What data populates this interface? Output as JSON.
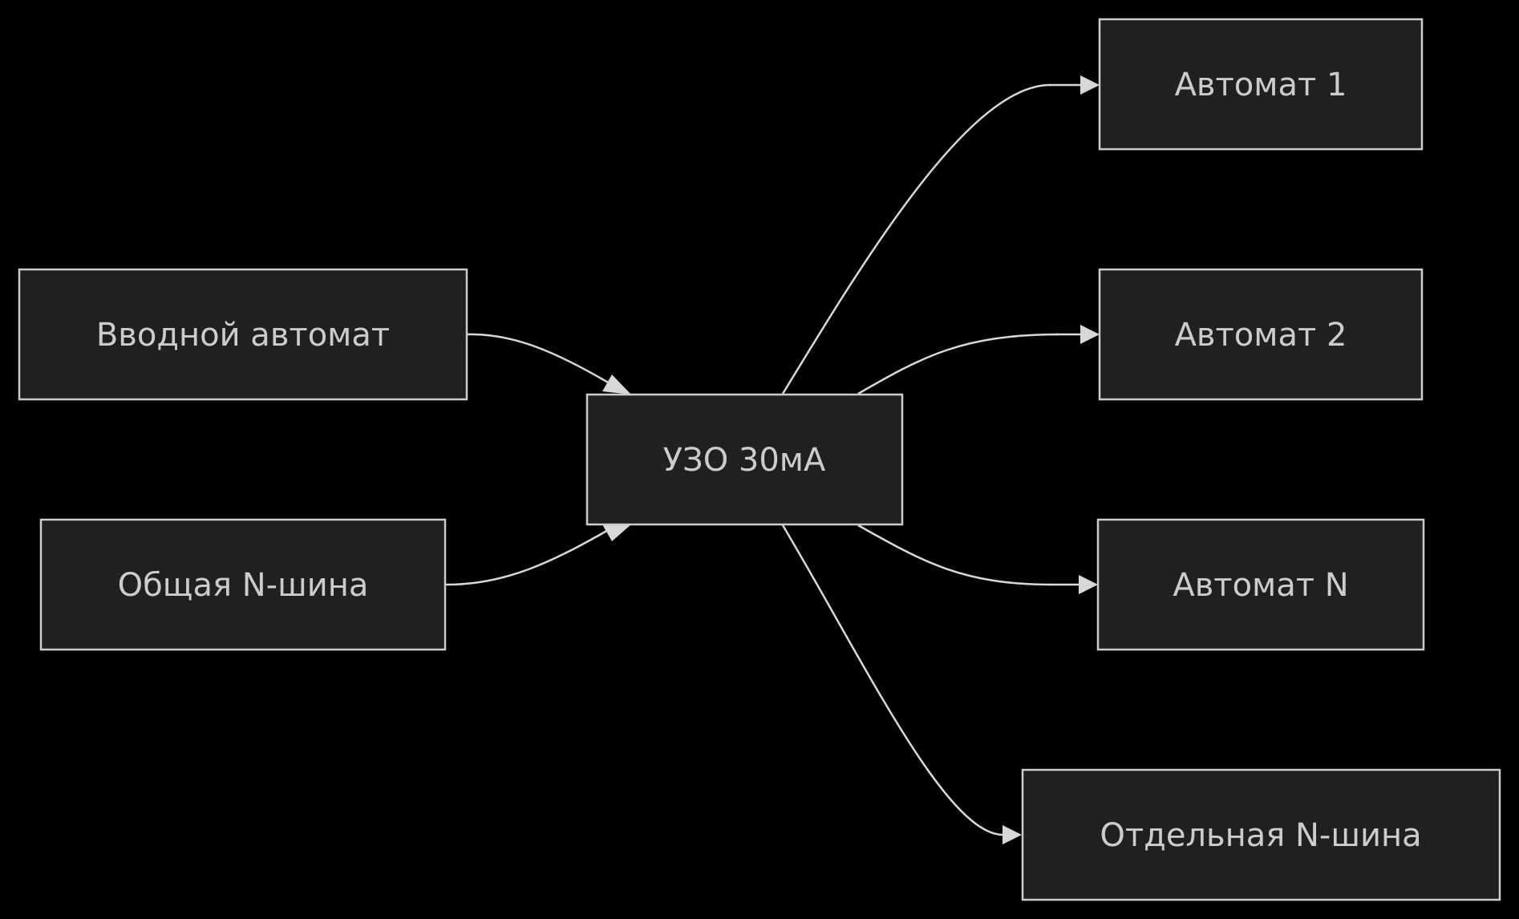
{
  "theme": {
    "background": "#000000",
    "node_fill": "#1f2020",
    "node_stroke": "#cccccc",
    "text_color": "#cccccc",
    "edge_color": "#d8d8d8"
  },
  "nodes": {
    "input_breaker": {
      "label": "Вводной автомат"
    },
    "common_n_bus": {
      "label": "Общая N-шина"
    },
    "rcd": {
      "label": "УЗО 30мА"
    },
    "breaker_1": {
      "label": "Автомат 1"
    },
    "breaker_2": {
      "label": "Автомат 2"
    },
    "breaker_n": {
      "label": "Автомат N"
    },
    "separate_n_bus": {
      "label": "Отдельная N-шина"
    }
  },
  "edges": [
    {
      "from": "input_breaker",
      "to": "rcd"
    },
    {
      "from": "common_n_bus",
      "to": "rcd"
    },
    {
      "from": "rcd",
      "to": "breaker_1"
    },
    {
      "from": "rcd",
      "to": "breaker_2"
    },
    {
      "from": "rcd",
      "to": "breaker_n"
    },
    {
      "from": "rcd",
      "to": "separate_n_bus"
    }
  ]
}
